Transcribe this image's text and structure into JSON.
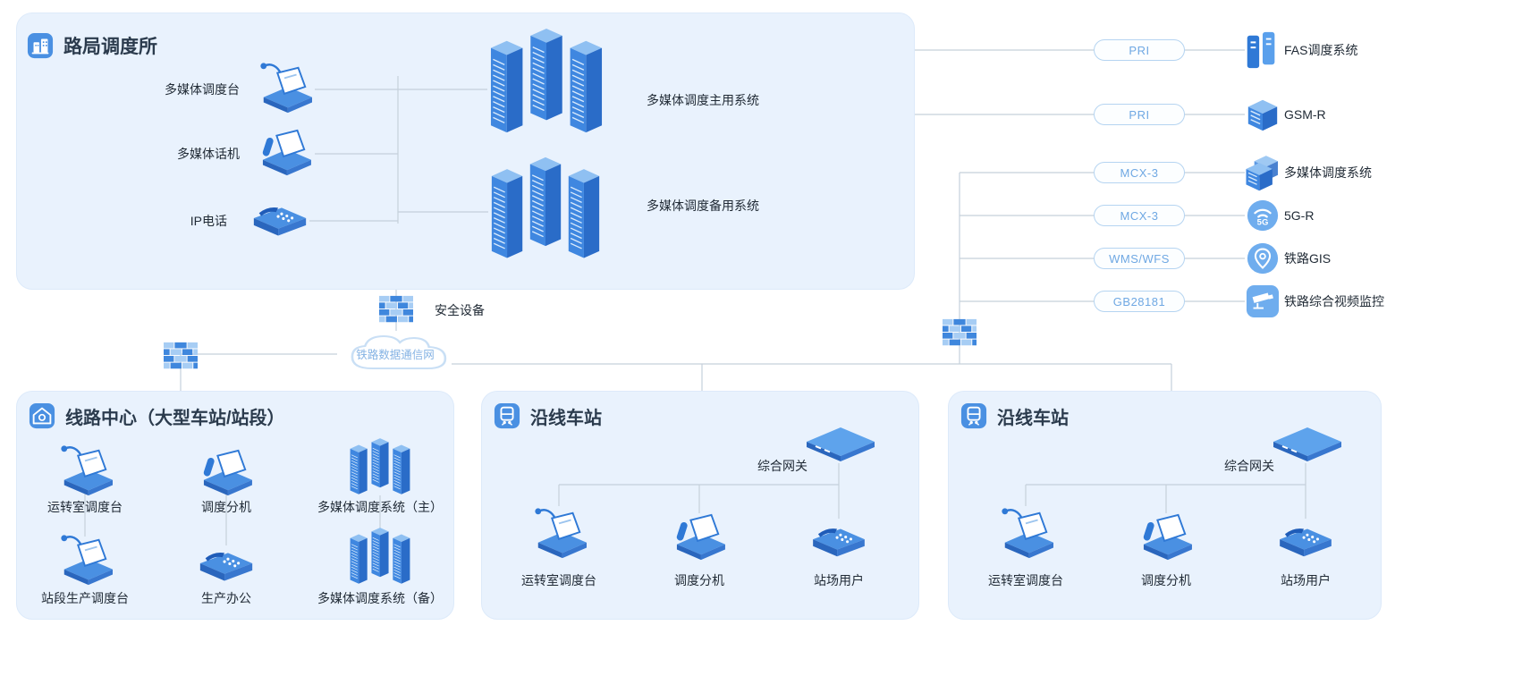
{
  "bureau": {
    "title": "路局调度所",
    "devices": [
      {
        "label": "多媒体调度台",
        "icon": "console-icon"
      },
      {
        "label": "多媒体话机",
        "icon": "handset-phone-icon"
      },
      {
        "label": "IP电话",
        "icon": "desk-phone-icon"
      }
    ],
    "systems": [
      {
        "label": "多媒体调度主用系统",
        "icon": "server-stack-icon"
      },
      {
        "label": "多媒体调度备用系统",
        "icon": "server-stack-icon"
      }
    ]
  },
  "links": [
    {
      "pill": "PRI",
      "label": "FAS调度系统",
      "icon": "fas-towers-icon"
    },
    {
      "pill": "PRI",
      "label": "GSM-R",
      "icon": "cabinet-icon"
    },
    {
      "pill": "MCX-3",
      "label": "多媒体调度系统",
      "icon": "dual-cabinet-icon"
    },
    {
      "pill": "MCX-3",
      "label": "5G-R",
      "icon": "5g-circle-icon"
    },
    {
      "pill": "WMS/WFS",
      "label": "铁路GIS",
      "icon": "gis-pin-icon"
    },
    {
      "pill": "GB28181",
      "label": "铁路综合视频监控",
      "icon": "camera-icon"
    }
  ],
  "network": {
    "security_label": "安全设备",
    "cloud_label": "铁路数据通信网"
  },
  "line_center": {
    "title": "线路中心（大型车站/站段）",
    "items": [
      {
        "label": "运转室调度台",
        "icon": "console-icon"
      },
      {
        "label": "调度分机",
        "icon": "handset-phone-icon"
      },
      {
        "label": "多媒体调度系统（主）",
        "icon": "server-stack-icon"
      },
      {
        "label": "站段生产调度台",
        "icon": "console-icon"
      },
      {
        "label": "生产办公",
        "icon": "desk-phone-icon"
      },
      {
        "label": "多媒体调度系统（备）",
        "icon": "server-stack-icon"
      }
    ]
  },
  "stations": [
    {
      "title": "沿线车站",
      "gateway_label": "综合网关",
      "items": [
        {
          "label": "运转室调度台",
          "icon": "console-icon"
        },
        {
          "label": "调度分机",
          "icon": "handset-phone-icon"
        },
        {
          "label": "站场用户",
          "icon": "desk-phone-icon"
        }
      ]
    },
    {
      "title": "沿线车站",
      "gateway_label": "综合网关",
      "items": [
        {
          "label": "运转室调度台",
          "icon": "console-icon"
        },
        {
          "label": "调度分机",
          "icon": "handset-phone-icon"
        },
        {
          "label": "站场用户",
          "icon": "desk-phone-icon"
        }
      ]
    }
  ],
  "icons": {
    "bureau_badge": "building-icon",
    "line_center_badge": "home-icon",
    "station_badge": "train-icon",
    "security": "firewall-icon",
    "network": "cloud-icon",
    "gateway": "router-icon"
  },
  "colors": {
    "accent": "#3f87e0",
    "accent_dark": "#2a66bd",
    "accent_light": "#8fc0f2",
    "panel_bg": "#e9f2fd",
    "pill_text": "#6fa8e3",
    "pill_border": "#b5d4f1",
    "wire": "#c5d0db",
    "title_text": "#2b3b4d",
    "label_text": "#212b36"
  }
}
